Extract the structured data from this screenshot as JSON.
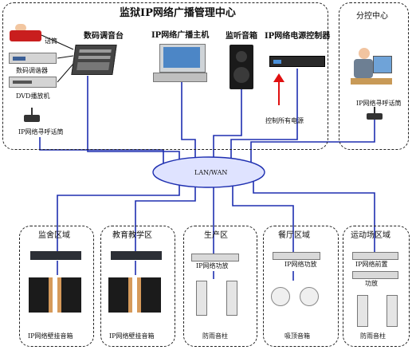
{
  "title": "监狱IP网络广播管理中心",
  "branch": {
    "title": "分控中心",
    "terminal_label": "IP网络寻呼话筒"
  },
  "center": {
    "microphone": "话筒",
    "digital_tuner": "数码调谐器",
    "dvd_player": "DVD播放机",
    "paging_mic": "IP网络寻呼话筒",
    "mixer": "数码调音台",
    "host": "IP网络广播主机",
    "monitor_speaker": "监听音箱",
    "power_controller": "IP网络电源控制器",
    "power_note": "控制所有电源"
  },
  "network": {
    "label": "LAN/WAN"
  },
  "zones": [
    {
      "title": "监舍区域",
      "device": "IP网络壁挂音箱"
    },
    {
      "title": "教育教学区",
      "device": "IP网络壁挂音箱"
    },
    {
      "title": "生产区",
      "amp": "IP网络功放",
      "device": "防雨音柱"
    },
    {
      "title": "餐厅区域",
      "amp": "IP网络功放",
      "device": "吸顶音箱"
    },
    {
      "title": "运动场区域",
      "amp": "IP网络前置",
      "amp2": "功放",
      "device": "防雨音柱"
    }
  ],
  "colors": {
    "line": "#1e2fb0",
    "arrow": "#e01010",
    "cloud_fill": "#dfe3ff"
  }
}
